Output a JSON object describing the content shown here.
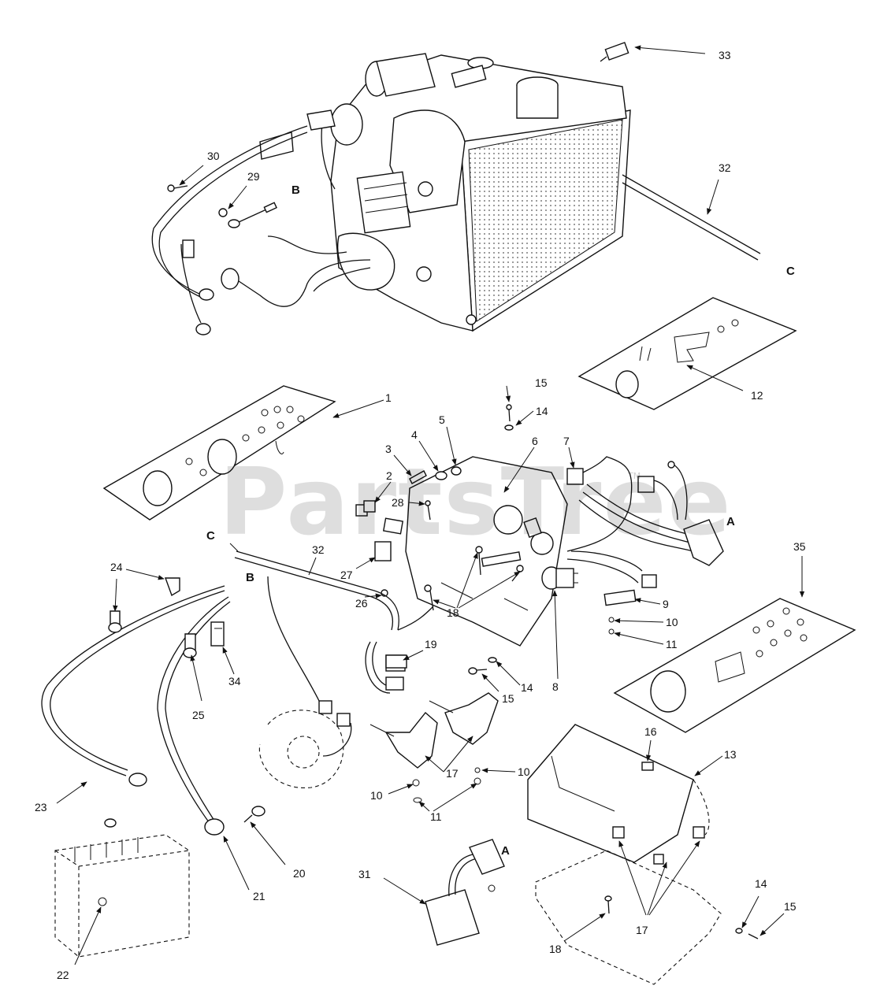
{
  "watermark": {
    "text": "PartsTree",
    "trademark": "TM"
  },
  "callouts": [
    "33",
    "30",
    "29",
    "32",
    "12",
    "15",
    "14",
    "1",
    "5",
    "4",
    "3",
    "6",
    "7",
    "2",
    "28",
    "35",
    "24",
    "32",
    "27",
    "26",
    "18",
    "9",
    "10",
    "11",
    "19",
    "8",
    "14",
    "15",
    "34",
    "25",
    "16",
    "13",
    "23",
    "17",
    "10",
    "10",
    "11",
    "20",
    "21",
    "31",
    "22",
    "18",
    "17",
    "14",
    "15"
  ],
  "reference_letters": [
    "B",
    "C",
    "A",
    "C",
    "B",
    "A"
  ]
}
